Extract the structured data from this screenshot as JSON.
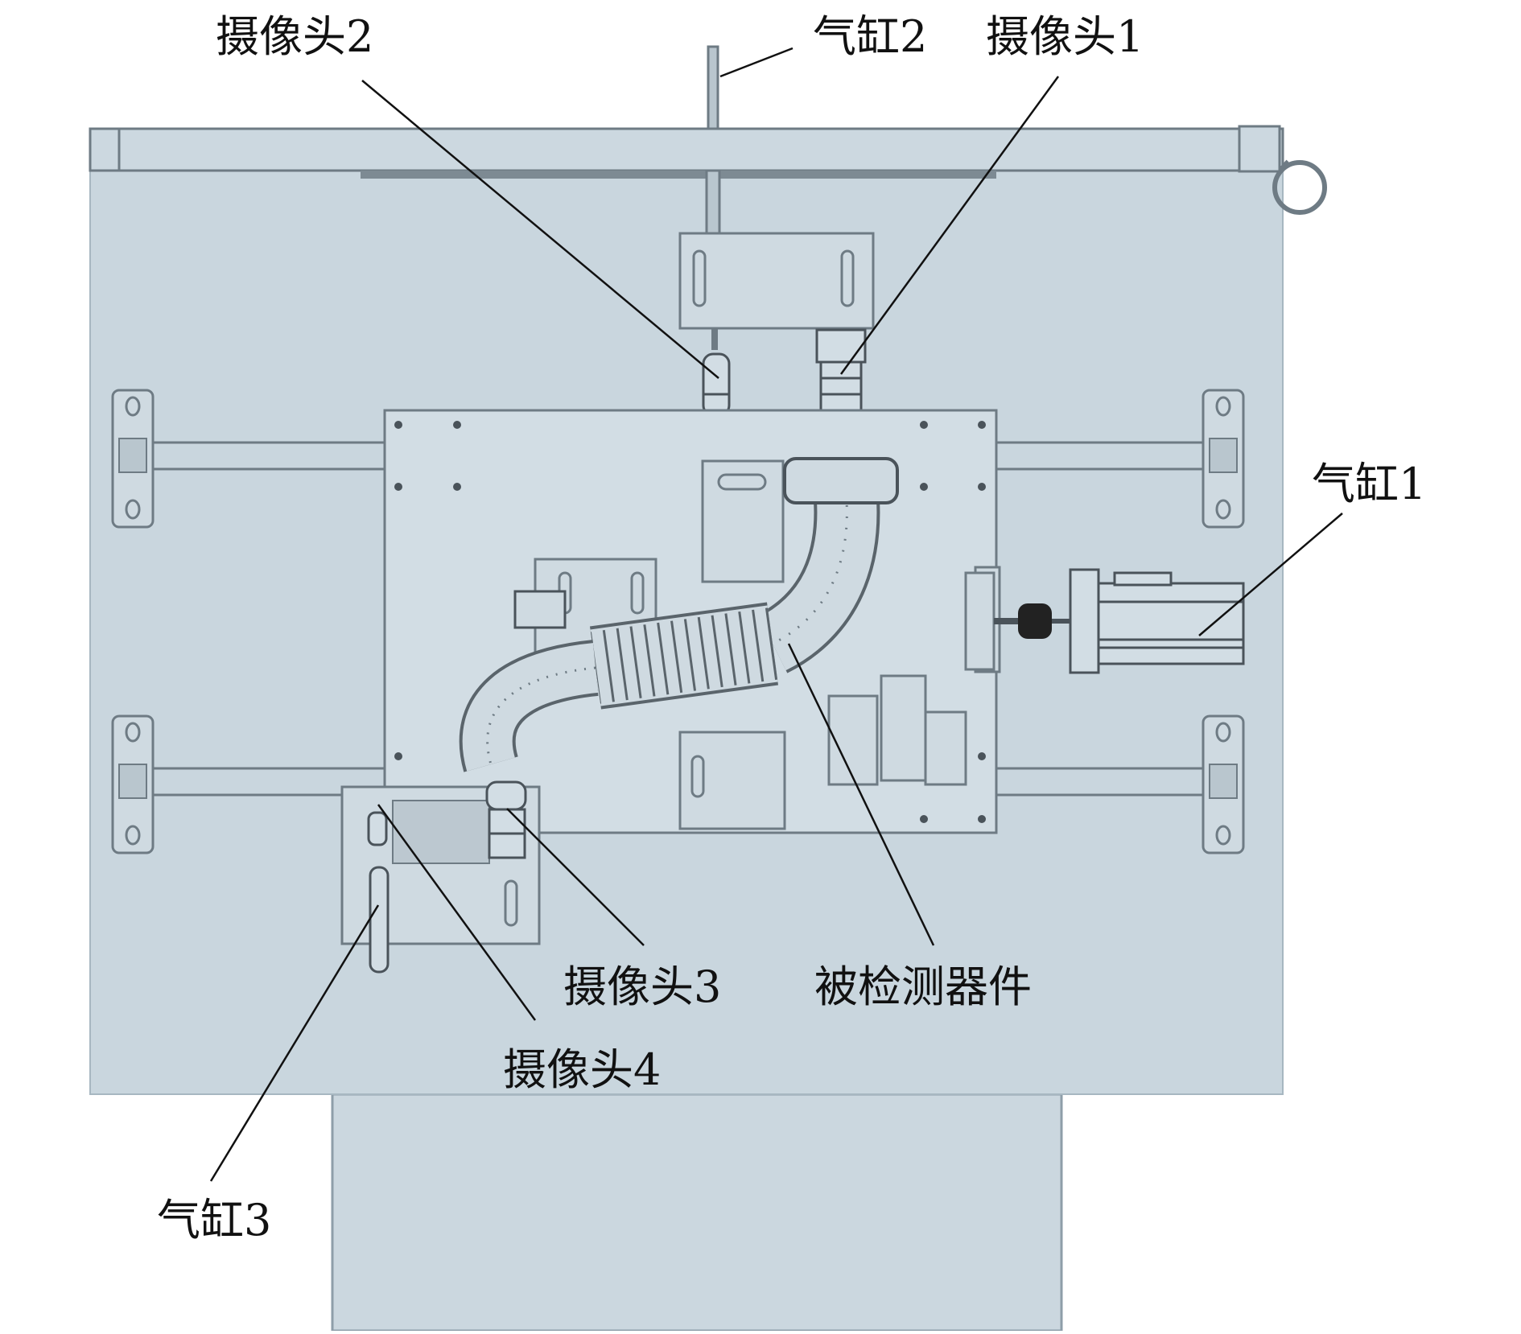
{
  "labels": {
    "camera1": "摄像头1",
    "camera2": "摄像头2",
    "camera3": "摄像头3",
    "camera4": "摄像头4",
    "cylinder1": "气缸1",
    "cylinder2": "气缸2",
    "cylinder3": "气缸3",
    "device_under_test": "被检测器件"
  },
  "colors": {
    "panel": "#c9d6de",
    "panel_edge": "#9fb0bb",
    "plate": "#d2dde4",
    "line": "#6e7b84",
    "dark": "#4a535a",
    "leader": "#111111"
  }
}
